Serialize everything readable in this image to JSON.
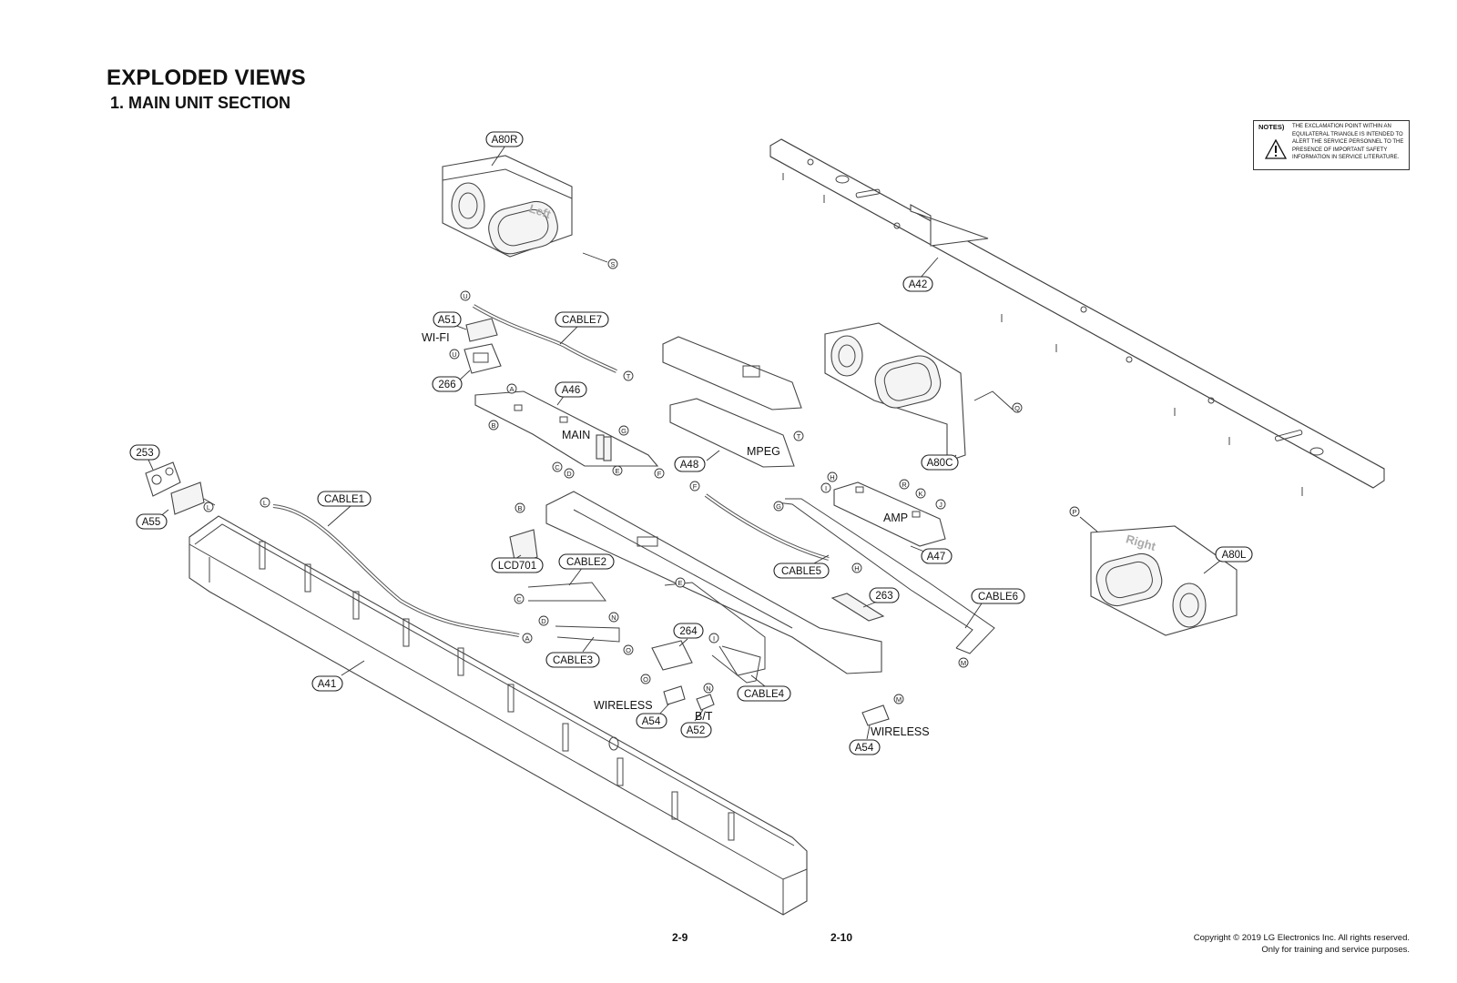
{
  "header": {
    "title": "EXPLODED VIEWS",
    "subtitle": "1. MAIN UNIT SECTION"
  },
  "notes": {
    "label": "NOTES)",
    "text": "THE EXCLAMATION POINT WITHIN AN EQUILATERAL TRIANGLE IS INTENDED TO ALERT THE SERVICE PERSONNEL TO THE PRESENCE OF IMPORTANT SAFETY INFORMATION IN SERVICE LITERATURE.",
    "icon": "warning-triangle-icon"
  },
  "callouts": [
    "A80R",
    "A42",
    "A51",
    "CABLE7",
    "266",
    "A46",
    "A48",
    "A80C",
    "253",
    "A55",
    "CABLE1",
    "LCD701",
    "CABLE2",
    "CABLE5",
    "A47",
    "A80L",
    "263",
    "CABLE6",
    "264",
    "CABLE3",
    "A41",
    "CABLE4",
    "A54",
    "A52",
    "A54"
  ],
  "board_labels": [
    "WI-FI",
    "MAIN",
    "MPEG",
    "AMP",
    "WIRELESS",
    "B/T",
    "WIRELESS"
  ],
  "speaker_labels": [
    "Left",
    "Right"
  ],
  "connectors": [
    "S",
    "U",
    "U",
    "T",
    "A",
    "B",
    "G",
    "C",
    "D",
    "E",
    "F",
    "T",
    "Q",
    "H",
    "I",
    "R",
    "K",
    "J",
    "F",
    "G",
    "H",
    "L",
    "L",
    "B",
    "P",
    "C",
    "N",
    "D",
    "O",
    "E",
    "A",
    "I",
    "M",
    "O",
    "N",
    "M"
  ],
  "footer": {
    "page_left": "2-9",
    "page_right": "2-10",
    "copyright_line1": "Copyright © 2019 LG Electronics Inc. All rights reserved.",
    "copyright_line2": "Only for training and service purposes."
  }
}
